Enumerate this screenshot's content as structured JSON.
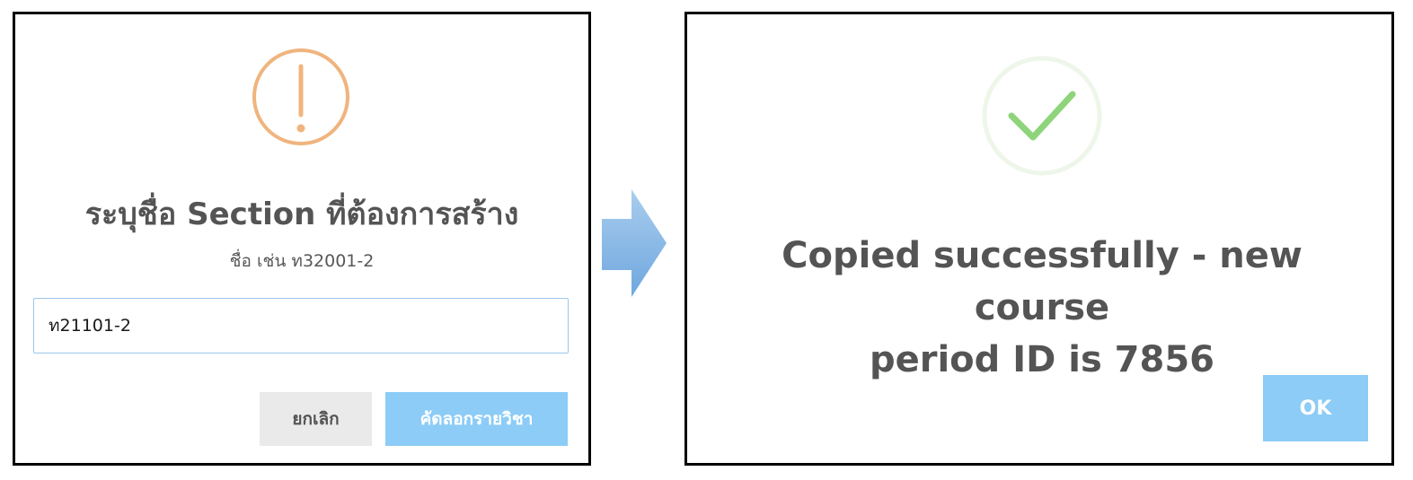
{
  "left_dialog": {
    "icon": "exclamation-circle-icon",
    "title": "ระบุชื่อ Section ที่ต้องการสร้าง",
    "hint": "ชื่อ เช่น ท32001-2",
    "input_value": "ท21101-2",
    "cancel_label": "ยกเลิก",
    "confirm_label": "คัดลอกรายวิชา"
  },
  "transition": {
    "icon": "right-arrow-icon"
  },
  "right_dialog": {
    "icon": "checkmark-circle-icon",
    "message_line1": "Copied successfully - new course",
    "message_line2": "period ID is 7856",
    "ok_label": "OK"
  },
  "colors": {
    "warning": "#F0B47E",
    "success": "#8ED47B",
    "success_ring": "#EEF6EA",
    "primary_button": "#8CCCF6",
    "cancel_button": "#EAEAEA",
    "arrow": "#7DB4E6"
  }
}
